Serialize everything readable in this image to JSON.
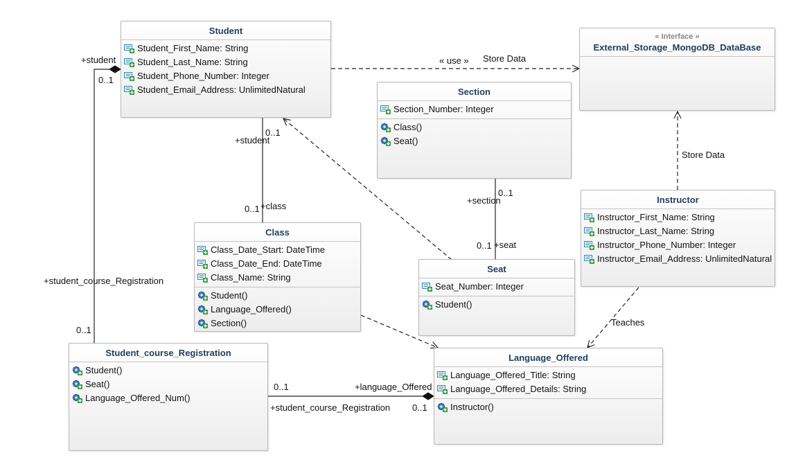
{
  "classes": {
    "student": {
      "name": "Student",
      "attributes": [
        "Student_First_Name: String",
        "Student_Last_Name: String",
        "Student_Phone_Number: Integer",
        "Student_Email_Address: UnlimitedNatural"
      ]
    },
    "storage": {
      "stereotype": "« Interface »",
      "name": "External_Storage_MongoDB_DataBase"
    },
    "section": {
      "name": "Section",
      "attributes": [
        "Section_Number: Integer"
      ],
      "operations": [
        "Class()",
        "Seat()"
      ]
    },
    "instructor": {
      "name": "Instructor",
      "attributes": [
        "Instructor_First_Name: String",
        "Instructor_Last_Name: String",
        "Instructor_Phone_Number: Integer",
        "Instructor_Email_Address: UnlimitedNatural"
      ]
    },
    "class": {
      "name": "Class",
      "attributes": [
        "Class_Date_Start: DateTime",
        "Class_Date_End: DateTime",
        "Class_Name: String"
      ],
      "operations": [
        "Student()",
        "Language_Offered()",
        "Section()"
      ]
    },
    "seat": {
      "name": "Seat",
      "attributes": [
        "Seat_Number: Integer"
      ],
      "operations": [
        "Student()"
      ]
    },
    "registration": {
      "name": "Student_course_Registration",
      "operations": [
        "Student()",
        "Seat()",
        "Language_Offered_Num()"
      ]
    },
    "language": {
      "name": "Language_Offered",
      "attributes": [
        "Language_Offered_Title: String",
        "Language_Offered_Details: String"
      ],
      "operations": [
        "Instructor()"
      ]
    }
  },
  "labels": {
    "use": "« use »",
    "store_data_top": "Store Data",
    "store_data_side": "Store Data",
    "teaches": "Teaches",
    "student_role_left": "+student",
    "mult_left_top": "0..1",
    "reg_role_left": "+student_course_Registration",
    "mult_left_bottom": "0..1",
    "mult_student_class_top": "0..1",
    "student_role_class": "+student",
    "mult_student_class_bottom": "0..1",
    "class_role": "+class",
    "mult_section_seat_top": "0..1",
    "section_role": "+section",
    "mult_section_seat_bottom": "0..1",
    "seat_role": "+seat",
    "mult_reg_lang_left": "0..1",
    "lang_role": "+language_Offered",
    "reg_role_bottom": "+student_course_Registration",
    "mult_reg_lang_right": "0..1"
  },
  "colors": {
    "title": "#1f3d5c",
    "attribute_icon": "#2e8bb0",
    "operation_icon": "#3a79b6",
    "plus_badge": "#2f9a3b"
  }
}
